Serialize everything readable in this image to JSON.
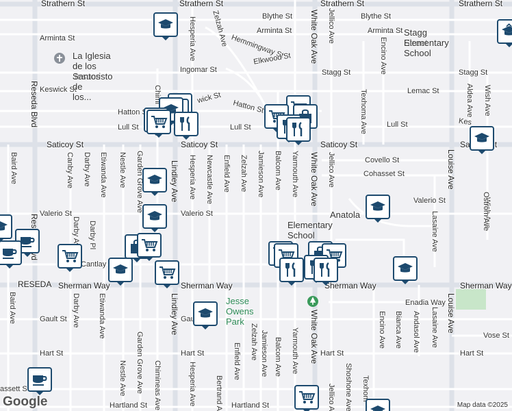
{
  "map": {
    "colors": {
      "background": "#f1f1f4",
      "road": "#ffffff",
      "arterial": "#dde1e8",
      "park": "#c8e6c9",
      "pin_border": "#1d4a6e"
    },
    "streets": {
      "strathern": "Strathern St",
      "blythe": "Blythe St",
      "arminta": "Arminta St",
      "hemmingway": "Hemmingway St",
      "elkwood": "Elkwood St",
      "ingomar": "Ingomar St",
      "stagg": "Stagg St",
      "lemac": "Lemac St",
      "keswick": "Keswick St",
      "keswick_partial": "wick St",
      "hatton": "Hatton St",
      "lull": "Lull St",
      "saticoy": "Saticoy St",
      "covello": "Covello St",
      "cohasset": "Cohasset St",
      "valerio": "Valerio St",
      "cantlay": "Cantlay",
      "sherman_way": "Sherman Way",
      "reseda_label": "RESEDA",
      "enadia": "Enadia Way",
      "gault": "Gault St",
      "vose": "Vose St",
      "hart": "Hart St",
      "hartland": "Hartland St",
      "cassett": "assett St",
      "reseda_blvd": "Reseda Blvd",
      "baird": "Baird Ave",
      "canby": "Canby Ave",
      "darby": "Darby Ave",
      "darby_pl": "Darby Pl",
      "etiwanda": "Etiwanda Ave",
      "nestle": "Nestle Ave",
      "garden_grove": "Garden Grove Ave",
      "lindley": "Lindley Ave",
      "newcastle": "Newcastle Ave",
      "enfield": "Enfield Ave",
      "zelzah": "Zelzah Ave",
      "jamieson": "Jamieson Ave",
      "balcom": "Balcom Ave",
      "yarmouth": "Yarmouth Ave",
      "white_oak": "White Oak Ave",
      "jellico": "Jellico Ave",
      "hesperia": "Hesperia Ave",
      "chimineas": "Chimineas Ave",
      "chimi_partial": "Chimi",
      "bertrand": "Bertrand Ave",
      "texhoma": "Texhoma Ave",
      "encino": "Encino Ave",
      "louise": "Louise Ave",
      "lasaine": "Lasaine Ave",
      "aldea": "Aldea Ave",
      "wish": "Wish Ave",
      "ostrom": "Ostrom Ave",
      "bianca": "Bianca Ave",
      "andasol": "Andasol Ave",
      "shoshone": "Shoshone Ave",
      "texhoma_partial": "Texhom",
      "kes_partial": "Kes"
    },
    "pois": {
      "church_line1": "La Iglesia de Jesucristo",
      "church_line2": "de los Santos de los...",
      "stagg_school_line1": "Stagg Street",
      "stagg_school_line2": "Elementary School",
      "anatola_line1": "Anatola",
      "anatola_line2": "Elementary School",
      "park": "Jesse Owens Park"
    },
    "branding": {
      "logo": "Google",
      "attribution": "Map data ©2025"
    },
    "icons": [
      "school-icon",
      "shopping-cart-icon",
      "restaurant-icon",
      "shopping-bag-icon",
      "cafe-icon",
      "place-of-worship-icon",
      "park-icon"
    ]
  }
}
